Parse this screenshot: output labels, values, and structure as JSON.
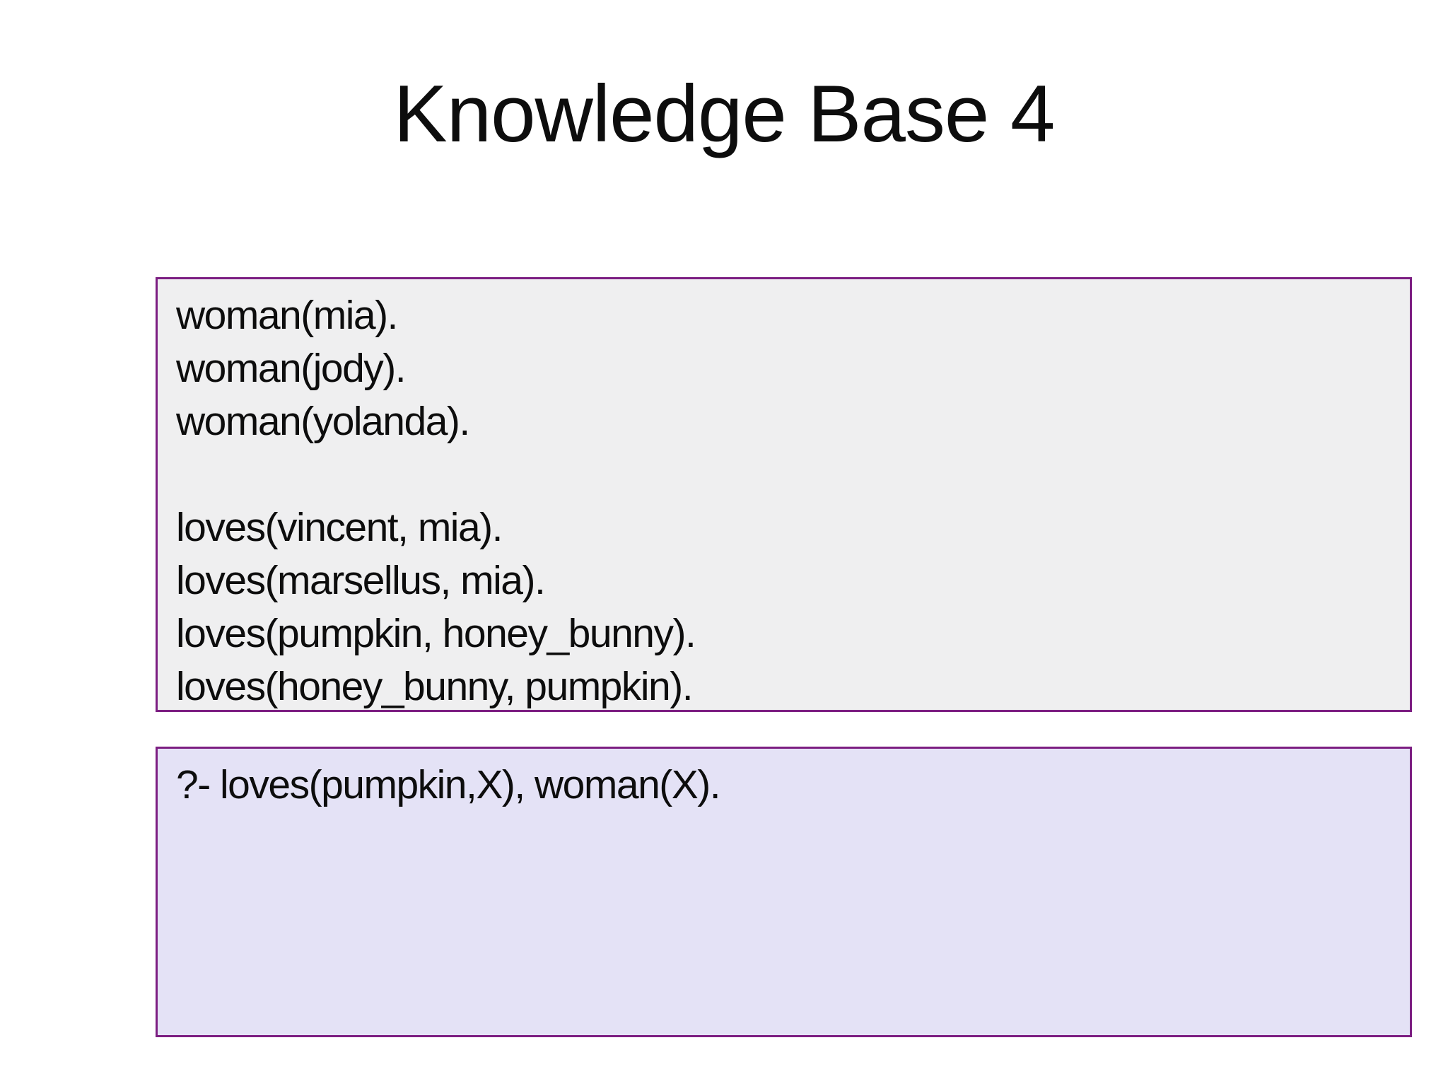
{
  "slide": {
    "title": "Knowledge Base 4",
    "kb_box": {
      "lines": [
        "woman(mia).",
        "woman(jody).",
        "woman(yolanda).",
        "",
        "loves(vincent, mia).",
        "loves(marsellus, mia).",
        "loves(pumpkin, honey_bunny).",
        "loves(honey_bunny, pumpkin)."
      ]
    },
    "query_box": {
      "lines": [
        "?- loves(pumpkin,X), woman(X)."
      ]
    },
    "colors": {
      "background": "#FFFFFF",
      "border": "#7C1E82",
      "kb_fill": "#EFEFF0",
      "query_fill": "#E4E2F6",
      "text": "#0D0D0D"
    }
  }
}
